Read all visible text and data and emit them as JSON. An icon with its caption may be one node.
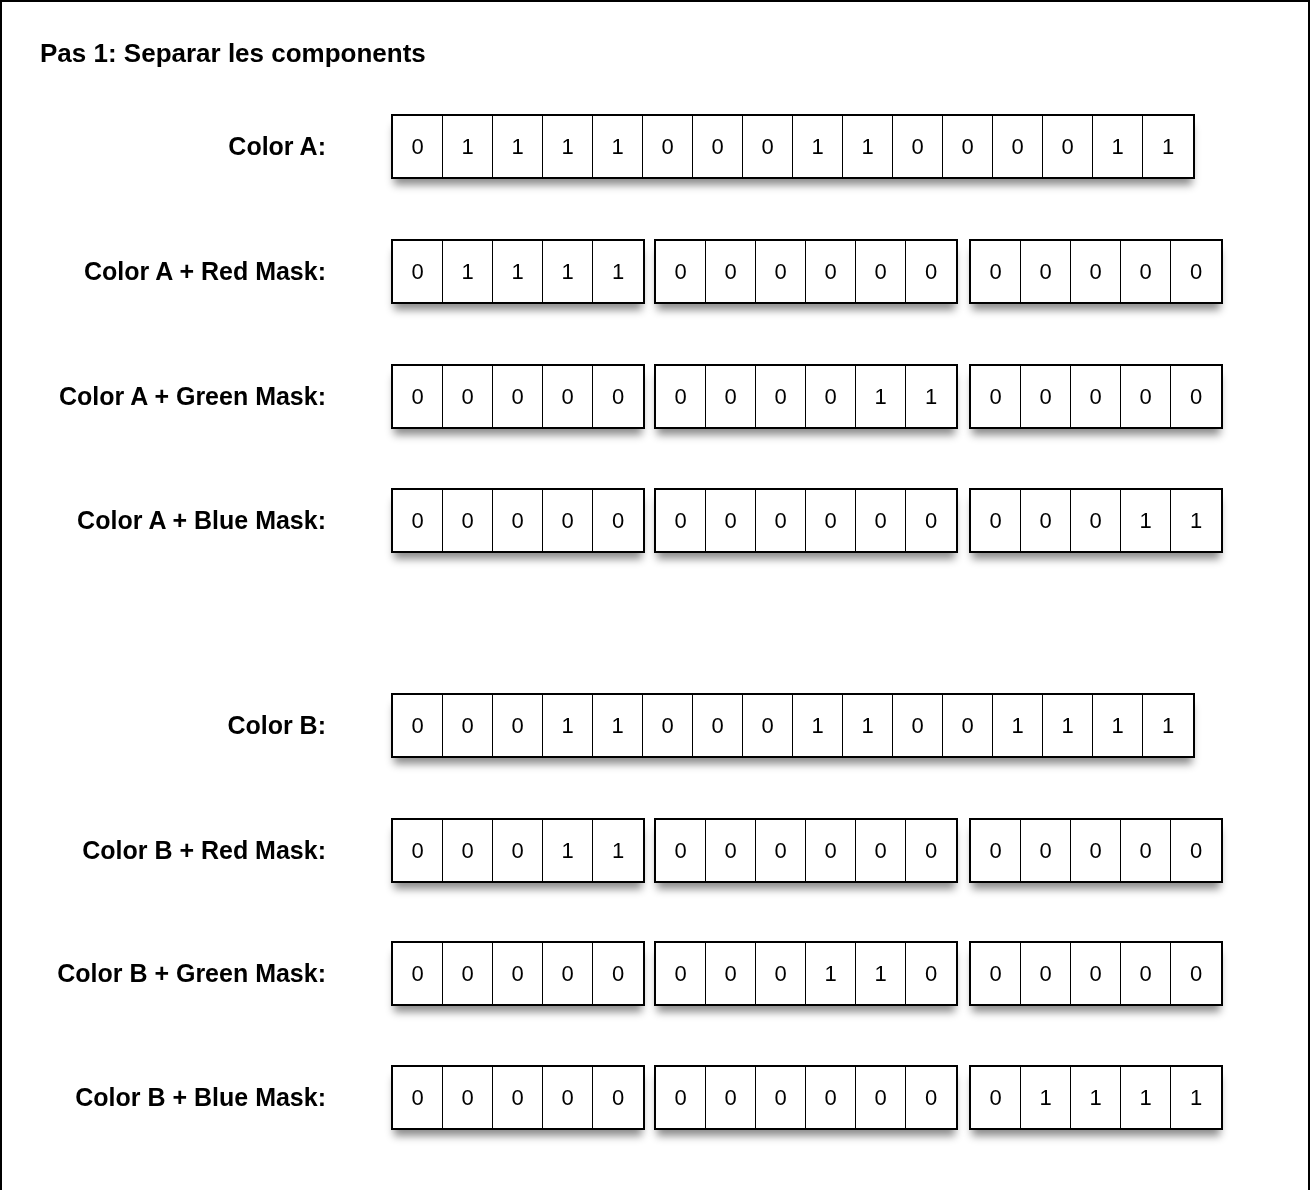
{
  "diagram": {
    "title": "Pas 1: Separar les components",
    "nodes": [
      {
        "text": [],
        "shape": "box"
      },
      {
        "text": [
          "0"
        ],
        "in": 0
      },
      {
        "text": [
          "1"
        ],
        "in": 0
      },
      {
        "text": [
          "1"
        ],
        "in": 0
      },
      {
        "text": [
          "1"
        ],
        "in": 0
      },
      {
        "text": [
          "1"
        ],
        "in": 0
      },
      {
        "text": [
          "0"
        ],
        "in": 0
      },
      {
        "text": [
          "0"
        ],
        "in": 0
      },
      {
        "text": [
          "0"
        ],
        "in": 0
      },
      {
        "text": [
          "1"
        ],
        "in": 0
      },
      {
        "text": [
          "1"
        ],
        "in": 0
      },
      {
        "text": [
          "0"
        ],
        "in": 0
      },
      {
        "text": [
          "0"
        ],
        "in": 0
      },
      {
        "text": [
          "0"
        ],
        "in": 0
      },
      {
        "text": [
          "0"
        ],
        "in": 0
      },
      {
        "text": [
          "1"
        ],
        "in": 0
      },
      {
        "text": [
          "1"
        ],
        "in": 0
      },
      {
        "text": [],
        "shape": "box"
      },
      {
        "text": [
          "0"
        ],
        "in": 17
      },
      {
        "text": [
          "1"
        ],
        "in": 17
      },
      {
        "text": [
          "1"
        ],
        "in": 17
      },
      {
        "text": [
          "1"
        ],
        "in": 17
      },
      {
        "text": [
          "1"
        ],
        "in": 17
      },
      {
        "text": [],
        "shape": "box"
      },
      {
        "text": [
          "0"
        ],
        "in": 23
      },
      {
        "text": [
          "0"
        ],
        "in": 23
      },
      {
        "text": [
          "0"
        ],
        "in": 23
      },
      {
        "text": [
          "0"
        ],
        "in": 23
      },
      {
        "text": [
          "0"
        ],
        "in": 23
      },
      {
        "text": [
          "0"
        ],
        "in": 23
      },
      {
        "text": [],
        "shape": "box"
      },
      {
        "text": [
          "0"
        ],
        "in": 30
      },
      {
        "text": [
          "0"
        ],
        "in": 30
      },
      {
        "text": [
          "0"
        ],
        "in": 30
      },
      {
        "text": [
          "0"
        ],
        "in": 30
      },
      {
        "text": [
          "0"
        ],
        "in": 30
      },
      {
        "text": [],
        "shape": "box"
      },
      {
        "text": [
          "0"
        ],
        "in": 36
      },
      {
        "text": [
          "0"
        ],
        "in": 36
      },
      {
        "text": [
          "0"
        ],
        "in": 36
      },
      {
        "text": [
          "0"
        ],
        "in": 36
      },
      {
        "text": [
          "0"
        ],
        "in": 36
      },
      {
        "text": [],
        "shape": "box"
      },
      {
        "text": [
          "0"
        ],
        "in": 42
      },
      {
        "text": [
          "0"
        ],
        "in": 42
      },
      {
        "text": [
          "0"
        ],
        "in": 42
      },
      {
        "text": [
          "0"
        ],
        "in": 42
      },
      {
        "text": [
          "1"
        ],
        "in": 42
      },
      {
        "text": [
          "1"
        ],
        "in": 42
      },
      {
        "text": [],
        "shape": "box"
      },
      {
        "text": [
          "0"
        ],
        "in": 49
      },
      {
        "text": [
          "0"
        ],
        "in": 49
      },
      {
        "text": [
          "0"
        ],
        "in": 49
      },
      {
        "text": [
          "0"
        ],
        "in": 49
      },
      {
        "text": [
          "0"
        ],
        "in": 49
      },
      {
        "text": [],
        "shape": "box"
      },
      {
        "text": [
          "0"
        ],
        "in": 55
      },
      {
        "text": [
          "0"
        ],
        "in": 55
      },
      {
        "text": [
          "0"
        ],
        "in": 55
      },
      {
        "text": [
          "0"
        ],
        "in": 55
      },
      {
        "text": [
          "0"
        ],
        "in": 55
      },
      {
        "text": [],
        "shape": "box"
      },
      {
        "text": [
          "0"
        ],
        "in": 61
      },
      {
        "text": [
          "0"
        ],
        "in": 61
      },
      {
        "text": [
          "0"
        ],
        "in": 61
      },
      {
        "text": [
          "0"
        ],
        "in": 61
      },
      {
        "text": [
          "0"
        ],
        "in": 61
      },
      {
        "text": [
          "0"
        ],
        "in": 61
      },
      {
        "text": [],
        "shape": "box"
      },
      {
        "text": [
          "0"
        ],
        "in": 68
      },
      {
        "text": [
          "0"
        ],
        "in": 68
      },
      {
        "text": [
          "0"
        ],
        "in": 68
      },
      {
        "text": [
          "1"
        ],
        "in": 68
      },
      {
        "text": [
          "1"
        ],
        "in": 68
      },
      {
        "text": [],
        "shape": "box"
      },
      {
        "text": [
          "0"
        ],
        "in": 74
      },
      {
        "text": [
          "0"
        ],
        "in": 74
      },
      {
        "text": [
          "0"
        ],
        "in": 74
      },
      {
        "text": [
          "1"
        ],
        "in": 74
      },
      {
        "text": [
          "1"
        ],
        "in": 74
      },
      {
        "text": [
          "0"
        ],
        "in": 74
      },
      {
        "text": [
          "0"
        ],
        "in": 74
      },
      {
        "text": [
          "0"
        ],
        "in": 74
      },
      {
        "text": [
          "1"
        ],
        "in": 74
      },
      {
        "text": [
          "1"
        ],
        "in": 74
      },
      {
        "text": [
          "0"
        ],
        "in": 74
      },
      {
        "text": [
          "0"
        ],
        "in": 74
      },
      {
        "text": [
          "1"
        ],
        "in": 74
      },
      {
        "text": [
          "1"
        ],
        "in": 74
      },
      {
        "text": [
          "1"
        ],
        "in": 74
      },
      {
        "text": [
          "1"
        ],
        "in": 74
      },
      {
        "text": [],
        "shape": "box"
      },
      {
        "text": [
          "0"
        ],
        "in": 91
      },
      {
        "text": [
          "0"
        ],
        "in": 91
      },
      {
        "text": [
          "0"
        ],
        "in": 91
      },
      {
        "text": [
          "1"
        ],
        "in": 91
      },
      {
        "text": [
          "1"
        ],
        "in": 91
      },
      {
        "text": [],
        "shape": "box"
      },
      {
        "text": [
          "0"
        ],
        "in": 97
      },
      {
        "text": [
          "0"
        ],
        "in": 97
      },
      {
        "text": [
          "0"
        ],
        "in": 97
      },
      {
        "text": [
          "0"
        ],
        "in": 97
      },
      {
        "text": [
          "0"
        ],
        "in": 97
      },
      {
        "text": [
          "0"
        ],
        "in": 97
      },
      {
        "text": [],
        "shape": "box"
      },
      {
        "text": [
          "0"
        ],
        "in": 104
      },
      {
        "text": [
          "0"
        ],
        "in": 104
      },
      {
        "text": [
          "0"
        ],
        "in": 104
      },
      {
        "text": [
          "0"
        ],
        "in": 104
      },
      {
        "text": [
          "0"
        ],
        "in": 104
      },
      {
        "text": [],
        "shape": "box"
      },
      {
        "text": [
          "0"
        ],
        "in": 110
      },
      {
        "text": [
          "0"
        ],
        "in": 110
      },
      {
        "text": [
          "0"
        ],
        "in": 110
      },
      {
        "text": [
          "0"
        ],
        "in": 110
      },
      {
        "text": [
          "0"
        ],
        "in": 110
      },
      {
        "text": [],
        "shape": "box"
      },
      {
        "text": [
          "0"
        ],
        "in": 116
      },
      {
        "text": [
          "0"
        ],
        "in": 116
      },
      {
        "text": [
          "0"
        ],
        "in": 116
      },
      {
        "text": [
          "1"
        ],
        "in": 116
      },
      {
        "text": [
          "1"
        ],
        "in": 116
      },
      {
        "text": [
          "0"
        ],
        "in": 116
      },
      {
        "text": [],
        "shape": "box"
      },
      {
        "text": [
          "0"
        ],
        "in": 123
      },
      {
        "text": [
          "0"
        ],
        "in": 123
      },
      {
        "text": [
          "0"
        ],
        "in": 123
      },
      {
        "text": [
          "0"
        ],
        "in": 123
      },
      {
        "text": [
          "0"
        ],
        "in": 123
      },
      {
        "text": [],
        "shape": "box"
      },
      {
        "text": [
          "0"
        ],
        "in": 129
      },
      {
        "text": [
          "0"
        ],
        "in": 129
      },
      {
        "text": [
          "0"
        ],
        "in": 129
      },
      {
        "text": [
          "0"
        ],
        "in": 129
      },
      {
        "text": [
          "0"
        ],
        "in": 129
      },
      {
        "text": [],
        "shape": "box"
      },
      {
        "text": [
          "0"
        ],
        "in": 135
      },
      {
        "text": [
          "0"
        ],
        "in": 135
      },
      {
        "text": [
          "0"
        ],
        "in": 135
      },
      {
        "text": [
          "0"
        ],
        "in": 135
      },
      {
        "text": [
          "0"
        ],
        "in": 135
      },
      {
        "text": [
          "0"
        ],
        "in": 135
      },
      {
        "text": [],
        "shape": "box"
      },
      {
        "text": [
          "0"
        ],
        "in": 142
      },
      {
        "text": [
          "1"
        ],
        "in": 142
      },
      {
        "text": [
          "1"
        ],
        "in": 142
      },
      {
        "text": [
          "1"
        ],
        "in": 142
      },
      {
        "text": [
          "1"
        ],
        "in": 142
      }
    ],
    "labels": [
      "Color A:",
      "Color A + Red Mask:",
      "Color A + Green Mask:",
      "Color A + Blue Mask:",
      "Color B:",
      "Color B + Red Mask:",
      "Color B + Green Mask:",
      "Color B + Blue Mask:"
    ]
  }
}
